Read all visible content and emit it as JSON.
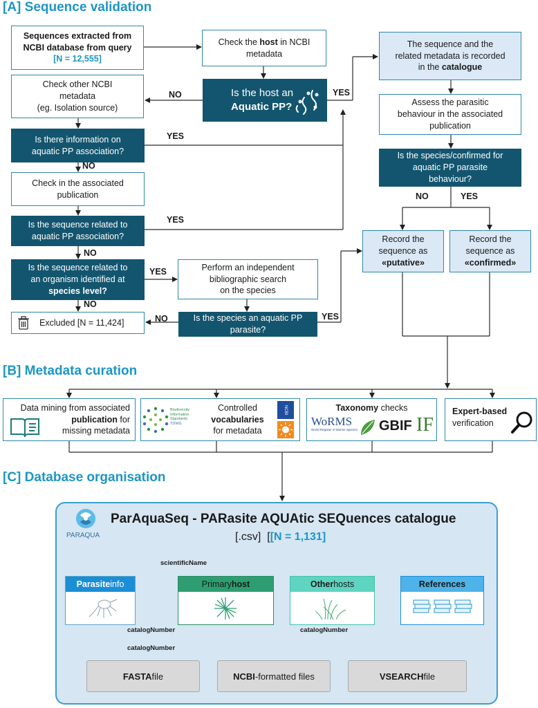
{
  "sectionA": {
    "title": "[A]  Sequence validation",
    "extract_line1": "Sequences extracted from",
    "extract_line2": "NCBI database from query",
    "extract_count": "[N = 12,555]",
    "check_host_a": "Check the ",
    "check_host_b": "host",
    "check_host_c": " in NCBI",
    "check_host_d": "metadata",
    "is_host_line1": "Is the host an",
    "is_host_line2": "Aquatic PP?",
    "check_other_line1": "Check other NCBI",
    "check_other_line2": "metadata",
    "check_other_line3": "(eg. Isolation source)",
    "info_line1": "Is there information on",
    "info_line2": "aquatic PP association?",
    "check_pub_line1": "Check in the associated",
    "check_pub_line2": "publication",
    "related_line1": "Is the sequence related to",
    "related_line2": "aquatic PP association?",
    "org_line1": "Is the sequence related to",
    "org_line2": "an organism identified at",
    "org_line3": "species level?",
    "excluded": "Excluded [N = 11,424]",
    "biblio_line1": "Perform an independent",
    "biblio_line2": "bibliographic search",
    "biblio_line3": "on the species",
    "species_line1": "Is the species an aquatic PP",
    "species_line2": "parasite?",
    "catalogue_line1": "The sequence and the",
    "catalogue_line2": "related metadata is recorded",
    "catalogue_line3a": "in the ",
    "catalogue_line3b": "catalogue",
    "assess_line1": "Assess the parasitic",
    "assess_line2": "behaviour in the associated",
    "assess_line3": "publication",
    "confirmed_q_line1": "Is the species/confirmed for",
    "confirmed_q_line2": "aquatic PP parasite",
    "confirmed_q_line3": "behaviour?",
    "putative_line1": "Record the",
    "putative_line2": "sequence as",
    "putative_line3": "«putative»",
    "confirmed_line1": "Record the",
    "confirmed_line2": "sequence as",
    "confirmed_line3": "«confirmed»",
    "yes": "YES",
    "no": "NO"
  },
  "sectionB": {
    "title": "[B]  Metadata curation",
    "mining_line1": "Data mining from associated",
    "mining_line2": "publication",
    "mining_line2b": " for",
    "mining_line3": "missing metadata",
    "vocab_line1": "Controlled",
    "vocab_line2": "vocabularies",
    "vocab_line3": "for metadata",
    "tdwg_line1": "Biodiversity",
    "tdwg_line2": "Information",
    "tdwg_line3": "Standards",
    "tdwg_line4": "TDWG",
    "ncbi_logo": "NCBI",
    "taxonomy_a": "Taxonomy",
    "taxonomy_b": " checks",
    "worms": "WoRMS",
    "worms_sub": "World Register of Marine Species",
    "gbif": "GBIF",
    "if_logo": "IF",
    "expert_a": "Expert-based",
    "expert_b": "verification"
  },
  "sectionC": {
    "title": "[C]  Database organisation",
    "logo_text": "PARAQUA",
    "catalogue_title": "ParAquaSeq - PARasite AQUAtic SEQuences catalogue",
    "format": "[.csv]",
    "count": "[N = 1,131]",
    "scientific_name": "scientificName",
    "catalog_number": "catalogNumber",
    "parasite_a": "Parasite",
    "parasite_b": " info",
    "host_a": "Primary ",
    "host_b": "host",
    "other_a": "Other",
    "other_b": " hosts",
    "references": "References",
    "fasta_a": "FASTA",
    "fasta_b": " file",
    "ncbi_a": "NCBI",
    "ncbi_b": "-formatted files",
    "vsearch_a": "VSEARCH",
    "vsearch_b": " file"
  },
  "colors": {
    "accent": "#1c96c6",
    "dark_box": "#13556e",
    "light_box": "#dbe9f6",
    "border": "#2f87a6",
    "panel": "#d6e6f3"
  }
}
